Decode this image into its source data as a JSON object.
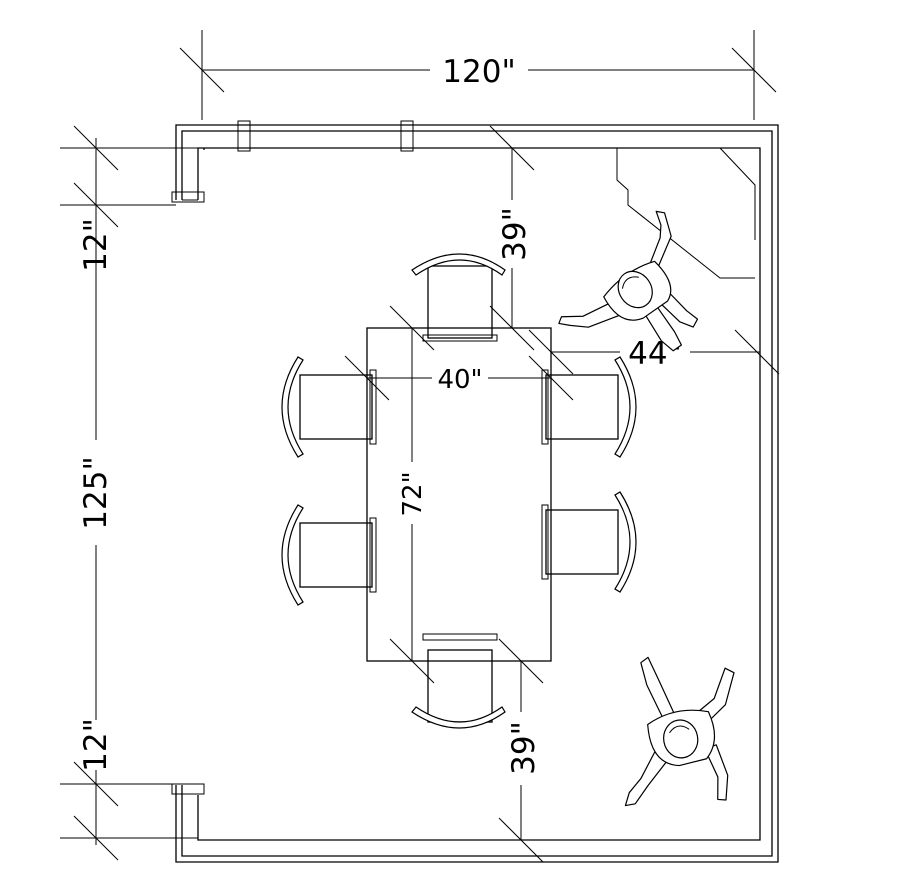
{
  "dimensions": {
    "room_width": "120\"",
    "room_depth": "125\"",
    "door_offset_top": "12\"",
    "door_offset_bottom": "12\"",
    "table_width": "40\"",
    "table_length": "72\"",
    "clearance_top": "39\"",
    "clearance_bottom": "39\"",
    "clearance_side": "44\""
  },
  "furniture": {
    "table": "dining-table",
    "chairs": 6,
    "people": 2
  }
}
